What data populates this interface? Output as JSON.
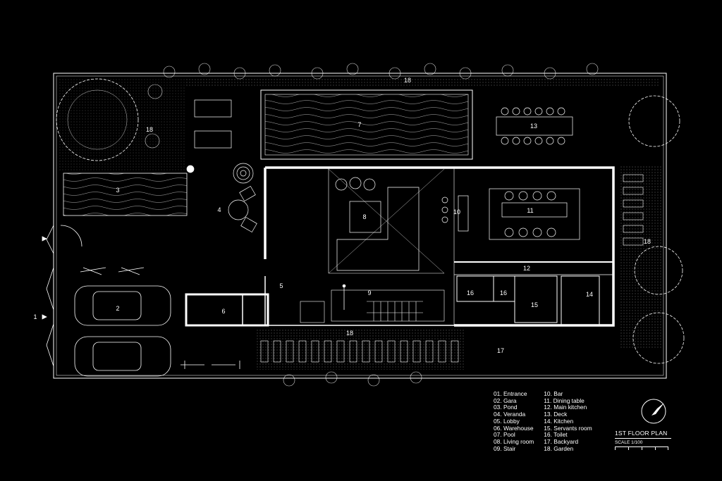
{
  "plan": {
    "title": "1ST FLOOR PLAN",
    "scale": "SCALE  1/100",
    "section_marker": "1"
  },
  "room_numbers": [
    "2",
    "3",
    "4",
    "5",
    "6",
    "7",
    "8",
    "9",
    "10",
    "11",
    "12",
    "13",
    "14",
    "15",
    "16",
    "16",
    "17",
    "18",
    "18",
    "18",
    "18"
  ],
  "legend": {
    "column_left": [
      "01. Entrance",
      "02. Gara",
      "03. Pond",
      "04. Veranda",
      "05. Lobby",
      "06. Warehouse",
      "07. Pool",
      "08. Living room",
      "09. Stair"
    ],
    "column_right": [
      "10. Bar",
      "11. Dining table",
      "12. Main kitchen",
      "13. Deck",
      "14. Kitchen",
      "15. Servants room",
      "16. Toilet",
      "17. Backyard",
      "18. Garden"
    ]
  },
  "colors": {
    "background": "#000000",
    "line": "#ffffff"
  },
  "icons": [
    "north-arrow-icon",
    "tree-icon",
    "car-icon",
    "motorbike-icon",
    "shrub-icon"
  ]
}
